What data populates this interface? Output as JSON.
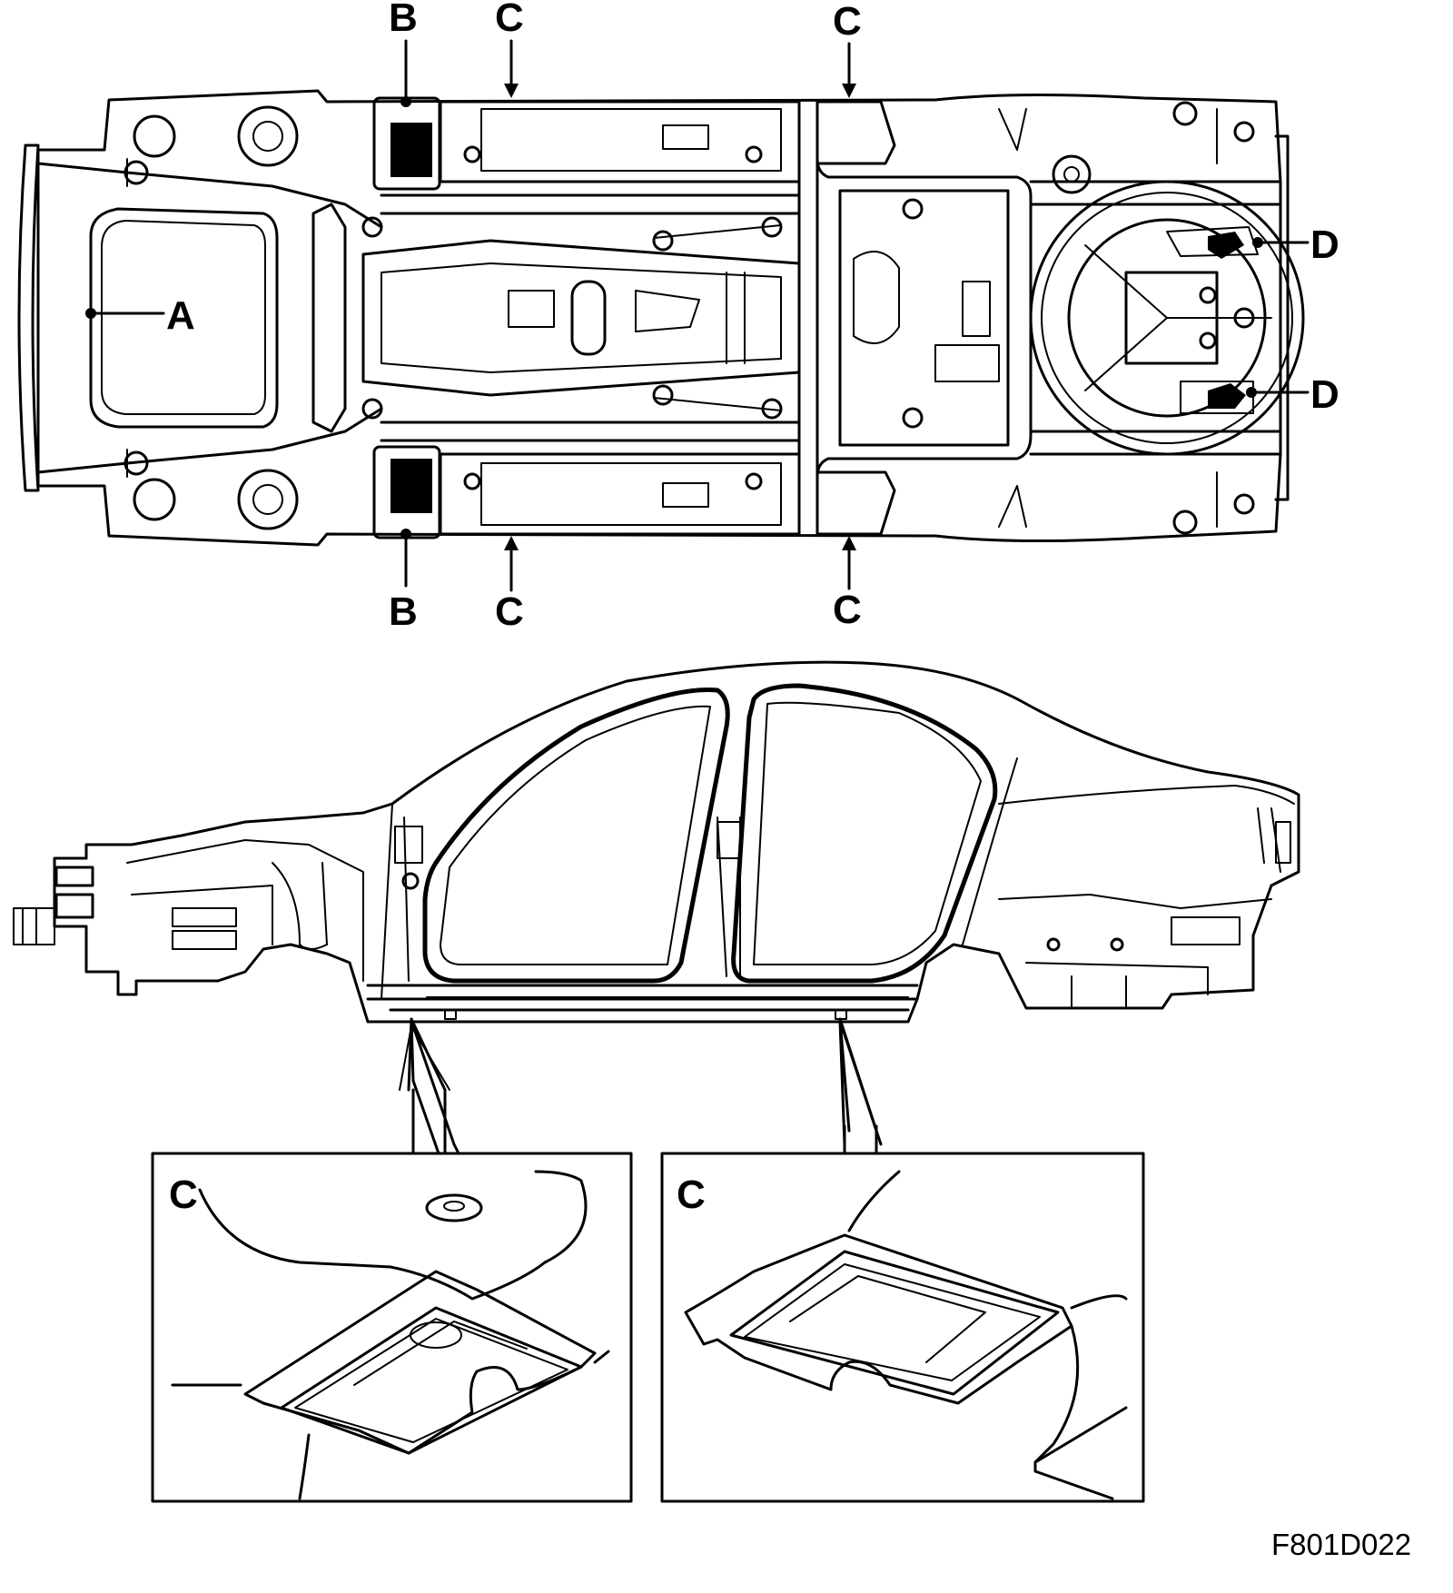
{
  "labels": {
    "A": "A",
    "B": "B",
    "C": "C",
    "D": "D"
  },
  "detail_left_label": "C",
  "detail_right_label": "C",
  "figure_code": "F801D022"
}
